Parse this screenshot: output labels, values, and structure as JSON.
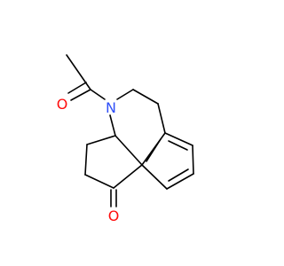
{
  "molecule": {
    "atoms": [
      {
        "id": "O1",
        "symbol": "O",
        "label": "O",
        "color": "#ff0d0d"
      },
      {
        "id": "N1",
        "symbol": "N",
        "label": "N",
        "color": "#3050f8"
      },
      {
        "id": "O2",
        "symbol": "O",
        "label": "O",
        "color": "#ff0d0d"
      }
    ],
    "bond_color": "#000000"
  }
}
